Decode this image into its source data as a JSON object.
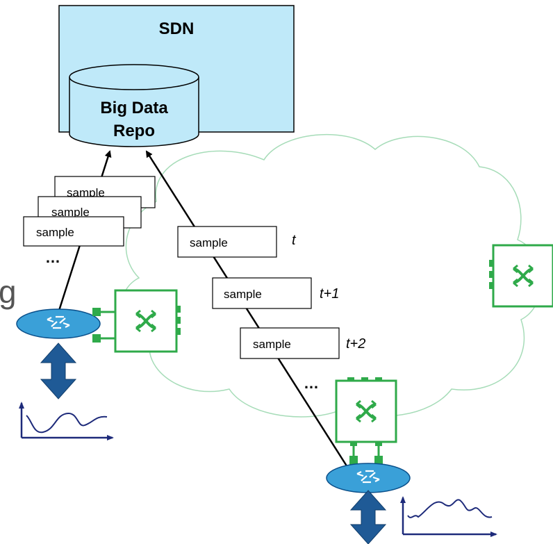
{
  "sdn": {
    "title": "SDN"
  },
  "repo": {
    "line1": "Big Data",
    "line2": "Repo"
  },
  "left_stack": {
    "samples": [
      "sample",
      "sample",
      "sample"
    ],
    "ellipsis": "…"
  },
  "timeline": {
    "samples": [
      {
        "label": "sample",
        "time": "t"
      },
      {
        "label": "sample",
        "time": "t+1"
      },
      {
        "label": "sample",
        "time": "t+2"
      }
    ],
    "ellipsis": "…"
  },
  "clipped_text": "g",
  "icons": [
    "router-icon",
    "switch-icon",
    "bidirectional-arrow-icon",
    "signal-graph-icon"
  ],
  "colors": {
    "sdn_fill": "#bfe9f9",
    "switch_green": "#2faa4a",
    "router_blue": "#3aa0d8",
    "arrow_blue": "#1f5a96",
    "cloud_line": "#9fd6b0",
    "graph_navy": "#1d2a7a"
  }
}
